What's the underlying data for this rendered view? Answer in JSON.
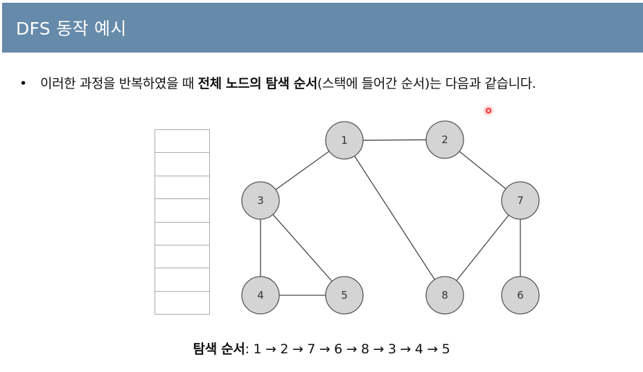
{
  "slide": {
    "title": "DFS 동작 예시"
  },
  "bullet": {
    "marker": "•",
    "text_before": "이러한 과정을 반복하였을 때 ",
    "text_bold": "전체 노드의 탐색 순서",
    "text_after": "(스택에 들어간 순서)는 다음과 같습니다."
  },
  "stack": {
    "cells": 8
  },
  "graph": {
    "nodes": [
      {
        "id": "1",
        "label": "1"
      },
      {
        "id": "2",
        "label": "2"
      },
      {
        "id": "3",
        "label": "3"
      },
      {
        "id": "4",
        "label": "4"
      },
      {
        "id": "5",
        "label": "5"
      },
      {
        "id": "6",
        "label": "6"
      },
      {
        "id": "7",
        "label": "7"
      },
      {
        "id": "8",
        "label": "8"
      }
    ],
    "edges": [
      [
        "1",
        "2"
      ],
      [
        "1",
        "3"
      ],
      [
        "1",
        "8"
      ],
      [
        "2",
        "7"
      ],
      [
        "3",
        "4"
      ],
      [
        "3",
        "5"
      ],
      [
        "4",
        "5"
      ],
      [
        "7",
        "6"
      ],
      [
        "7",
        "8"
      ]
    ]
  },
  "result": {
    "label": "탐색 순서",
    "separator": ": ",
    "sequence": "1 → 2 → 7 → 6 → 8 → 3 → 4 → 5"
  },
  "colors": {
    "title_bar": "#668aaa",
    "node_fill": "#d4d4d4",
    "pointer": "#ff3333"
  }
}
